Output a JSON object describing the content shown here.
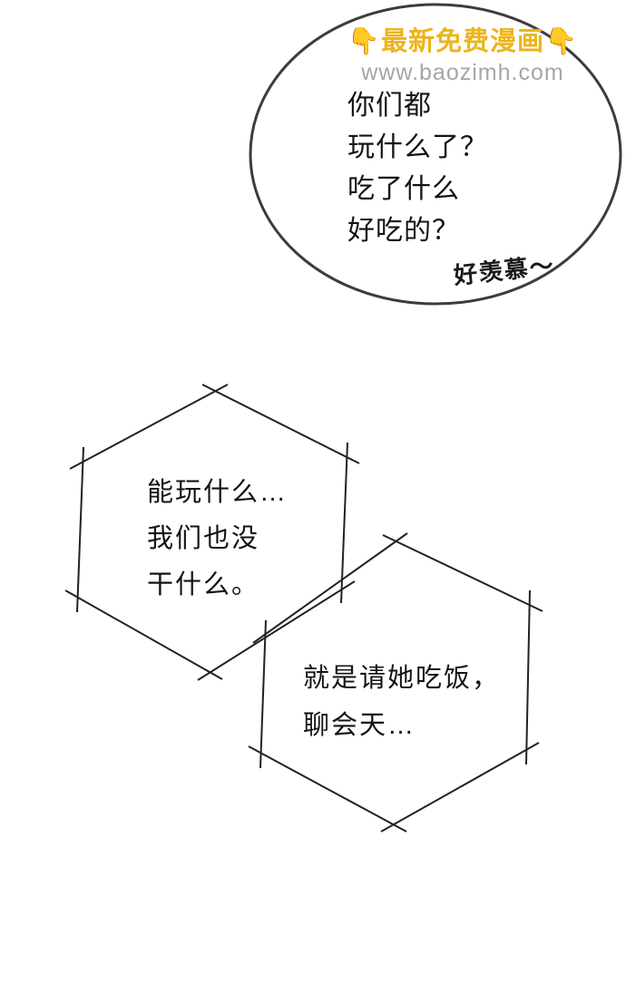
{
  "page": {
    "background": "#ffffff",
    "outline_color": "#3c3c3c",
    "hex_line_color": "#222222",
    "text_color": "#141414"
  },
  "watermark": {
    "banner": "👇最新免费漫画👇",
    "url": "www.baozimh.com",
    "banner_color": "#edb41c",
    "url_color": "#a6a6a6"
  },
  "circle_bubble": {
    "lines": [
      "你们都",
      "玩什么了？",
      "吃了什么",
      "好吃的？"
    ]
  },
  "hand_note": {
    "text": "好羡慕～"
  },
  "hex_bubble_1": {
    "lines": [
      "能玩什么…",
      "我们也没",
      "干什么。"
    ]
  },
  "hex_bubble_2": {
    "lines": [
      "就是请她吃饭，",
      "聊会天…"
    ]
  }
}
